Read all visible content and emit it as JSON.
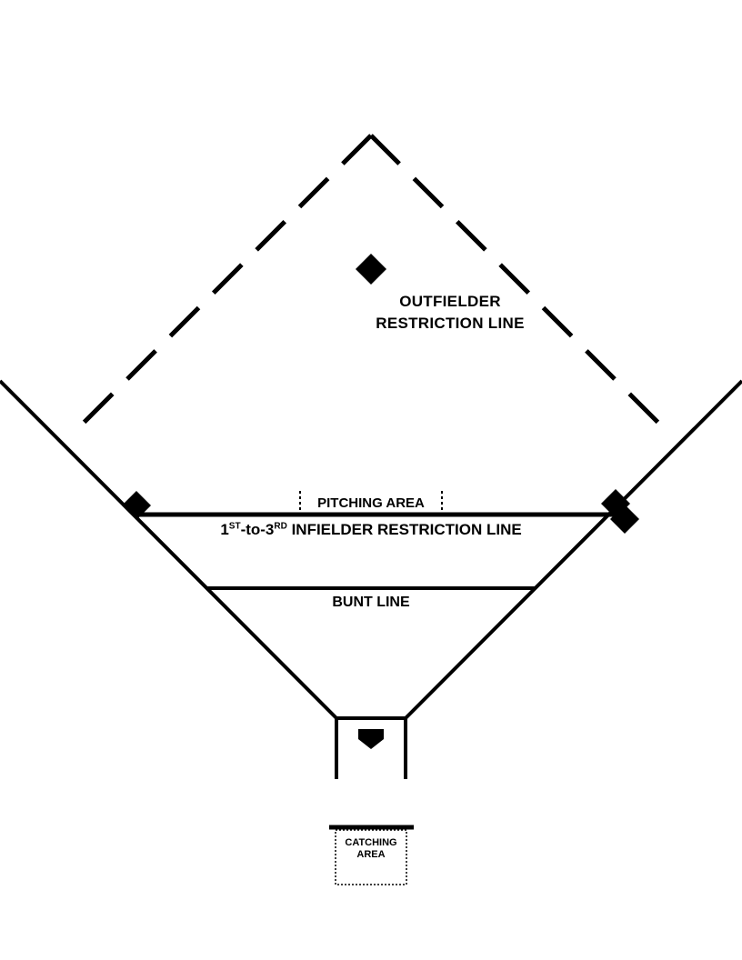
{
  "page": {
    "background": "#ffffff",
    "line_color": "#000000"
  },
  "labels": {
    "outfielder": {
      "line1": "OUTFIELDER",
      "line2": "RESTRICTION LINE"
    },
    "pitching_area": "PITCHING AREA",
    "infielder": {
      "num1": "1",
      "sup1": "ST",
      "mid": "-to-3",
      "sup2": "RD",
      "rest": " INFIELDER RESTRICTION LINE"
    },
    "bunt": "BUNT LINE",
    "catching": {
      "line1": "CATCHING",
      "line2": "AREA"
    }
  },
  "markers": {
    "second_base": "base-diamond",
    "left_base": "base-diamond",
    "right_base": "double-base-diamond",
    "home_plate": "home-plate-pentagon"
  }
}
